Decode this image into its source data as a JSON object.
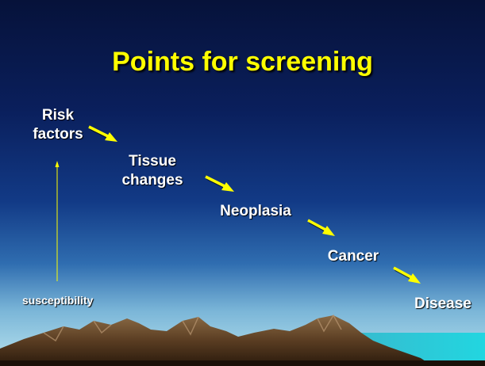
{
  "slide": {
    "title": "Points for screening",
    "nodes": {
      "risk_line1": "Risk",
      "risk_line2": "factors",
      "tissue_line1": "Tissue",
      "tissue_line2": "changes",
      "neoplasia": "Neoplasia",
      "cancer": "Cancer",
      "disease": "Disease"
    },
    "susceptibility_label": "susceptibility"
  },
  "colors": {
    "title": "#ffff00",
    "arrow": "#ffff00",
    "text": "#ffffff",
    "sky_top": "#06123a",
    "sky_bottom": "#b8e3ee"
  }
}
